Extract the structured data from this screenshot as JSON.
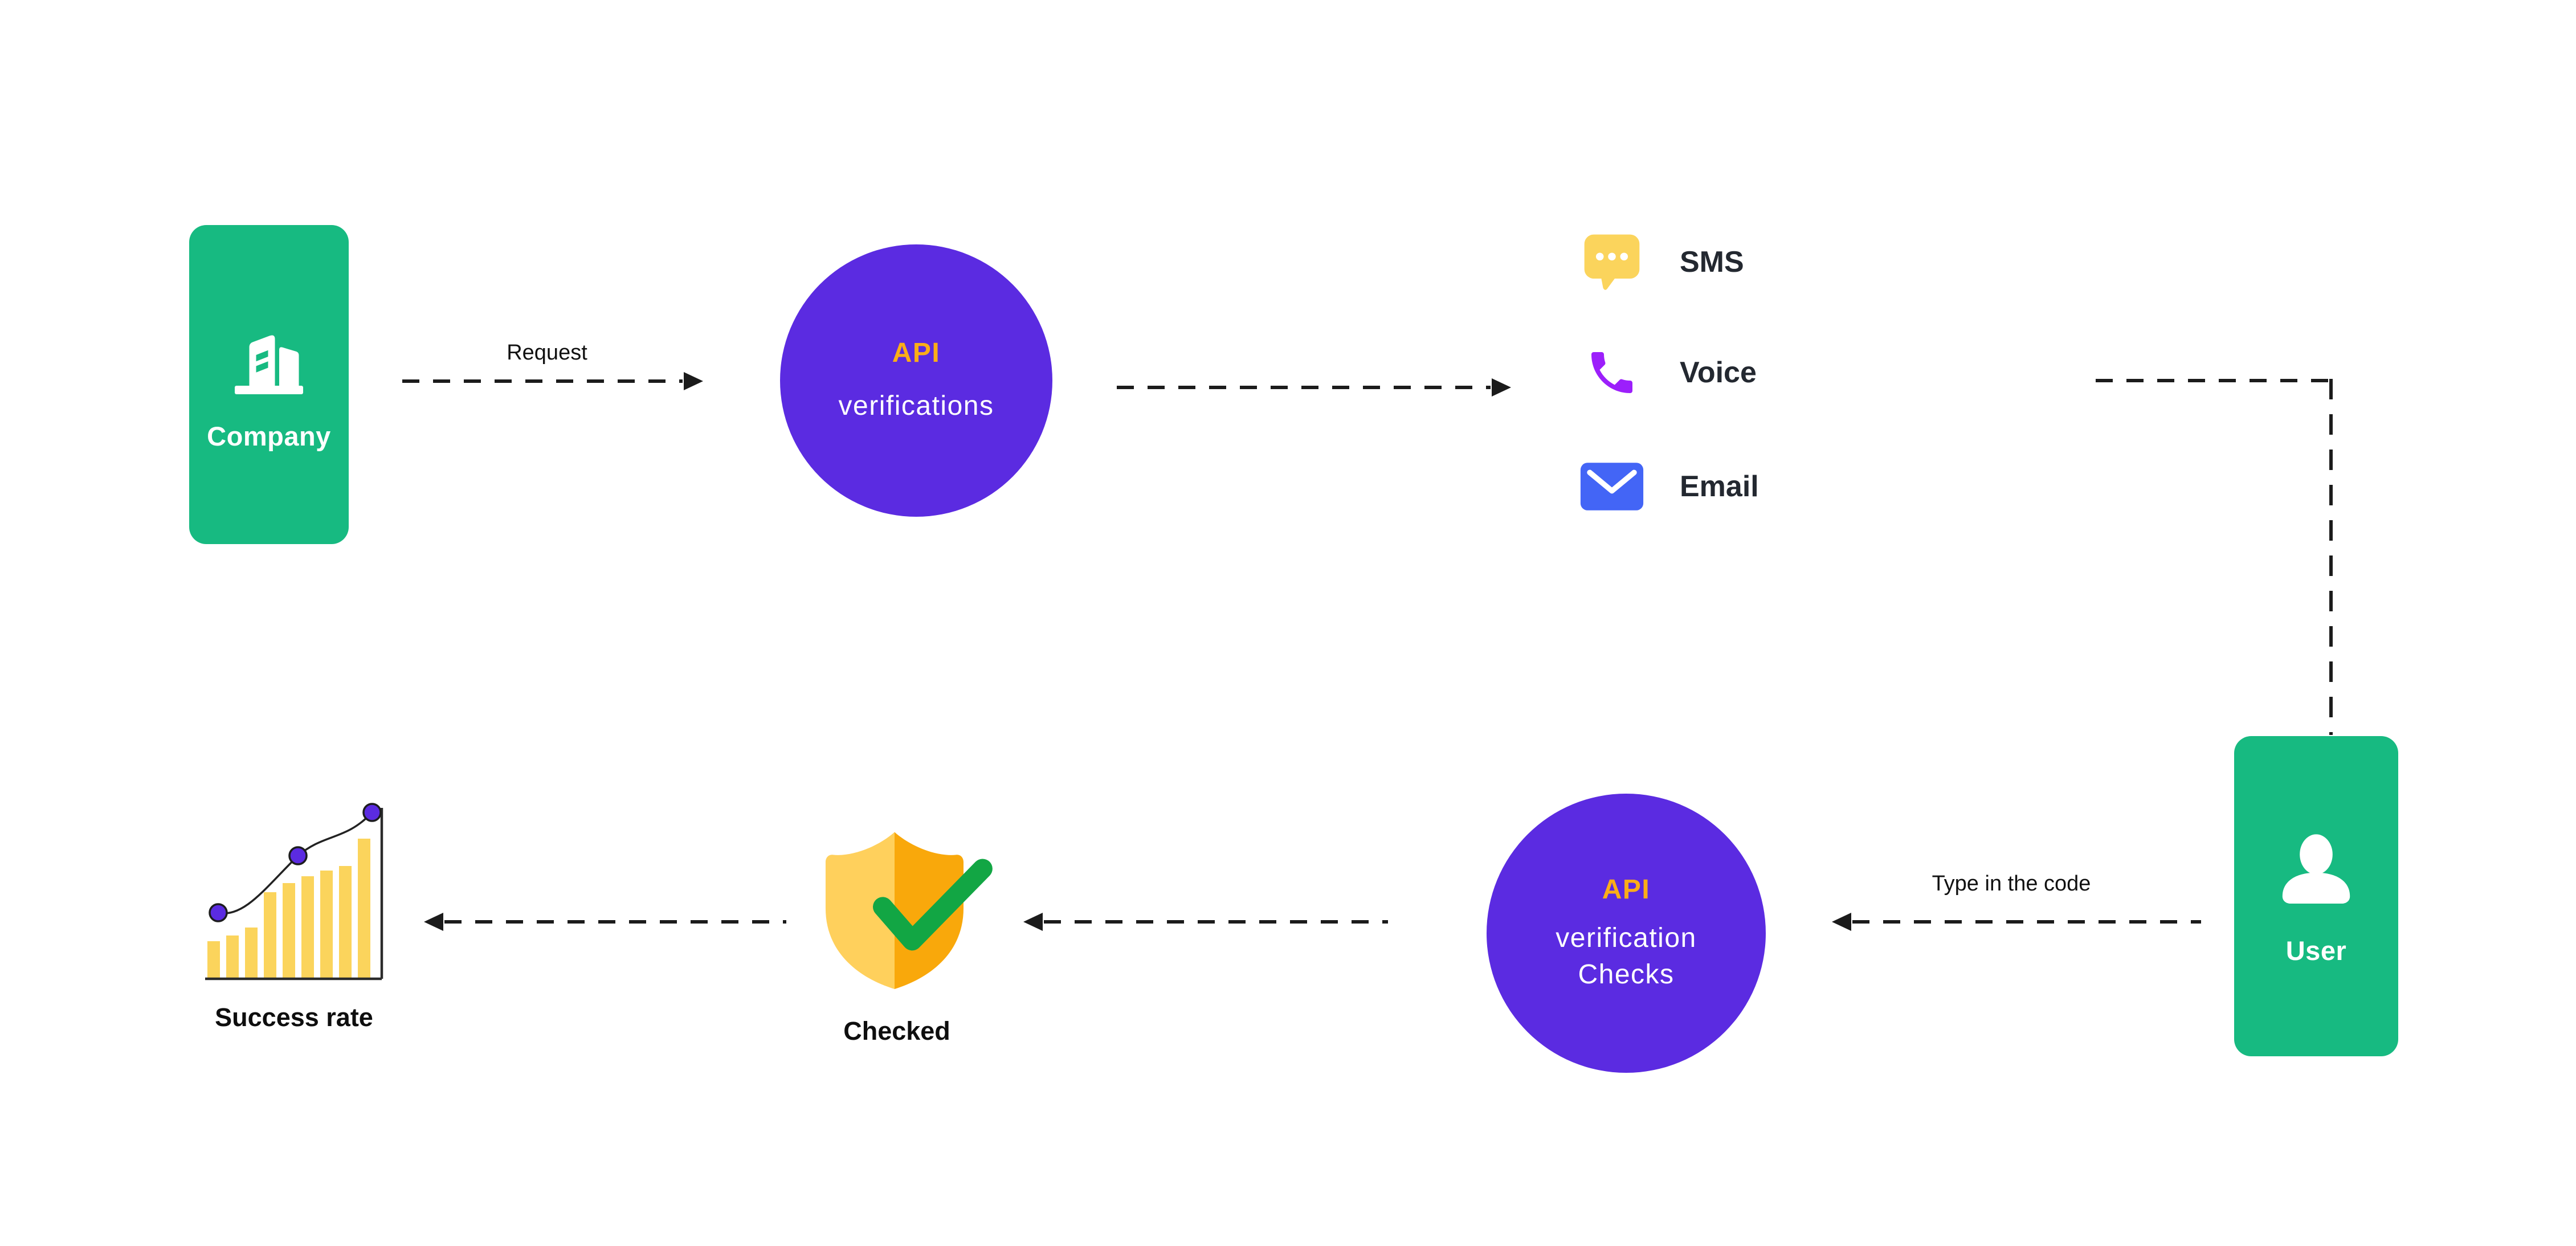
{
  "diagram": {
    "company": {
      "label": "Company",
      "icon": "building-icon",
      "color": "#17BA81"
    },
    "request_flow": {
      "label": "Request"
    },
    "api_verifications": {
      "lines": [
        "API",
        "verifications"
      ],
      "color": "#5B2BE1",
      "accent_color": "#FBAD18"
    },
    "channels": [
      {
        "label": "SMS",
        "icon": "speech-bubble-icon",
        "icon_color": "#FBD45C"
      },
      {
        "label": "Voice",
        "icon": "phone-handset-icon",
        "icon_color": "#9C1FFB"
      },
      {
        "label": "Email",
        "icon": "envelope-icon",
        "icon_color": "#4365F6"
      }
    ],
    "user": {
      "label": "User",
      "icon": "person-icon",
      "color": "#17BA81"
    },
    "type_code_flow": {
      "label": "Type in the code"
    },
    "api_verification_checks": {
      "lines": [
        "API",
        "verification",
        "Checks"
      ],
      "color": "#5B2BE1",
      "accent_color": "#FBAD18"
    },
    "checked": {
      "label": "Checked",
      "icon": "shield-check-icon",
      "shield_light": "#FFD05C",
      "shield_dark": "#F9A80B",
      "check_color": "#12A644"
    },
    "success_rate": {
      "label": "Success rate",
      "icon": "growth-chart-icon"
    }
  },
  "chart_data": {
    "type": "bar",
    "title": "Success rate",
    "values": [
      66,
      76,
      90,
      152,
      168,
      180,
      190,
      198,
      246
    ],
    "bar_color": "#FBD45C",
    "line_points": [
      [
        29,
        214
      ],
      [
        169,
        114
      ],
      [
        299,
        38
      ]
    ],
    "dot_color": "#5B2BE1",
    "grid": false,
    "axes": "right-and-bottom"
  },
  "palette": {
    "green": "#17BA81",
    "purple": "#5B2BE1",
    "orange": "#FBAD18",
    "yellow": "#FBD45C",
    "voice_purple": "#9C1FFB",
    "email_blue": "#4365F6",
    "line_color": "#1B1B1B",
    "text_dark": "#232830"
  }
}
